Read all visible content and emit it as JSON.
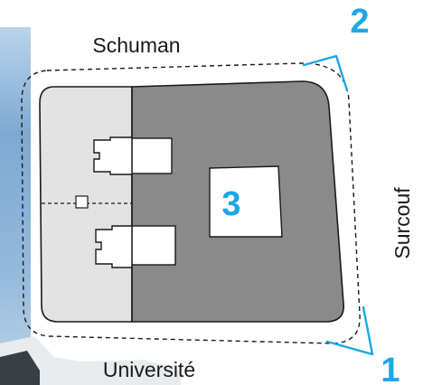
{
  "map": {
    "streets": {
      "north": "Schuman",
      "south": "Université",
      "east": "Surcouf"
    },
    "markers": {
      "zone": "3",
      "view_1": "1",
      "view_2": "2"
    },
    "colors": {
      "accent": "#1ea7e6",
      "built_dark": "#8a8a8a",
      "built_light": "#e3e3e3",
      "outline": "#1a1a1a",
      "backdrop_sky": "#7aa9d2"
    }
  }
}
